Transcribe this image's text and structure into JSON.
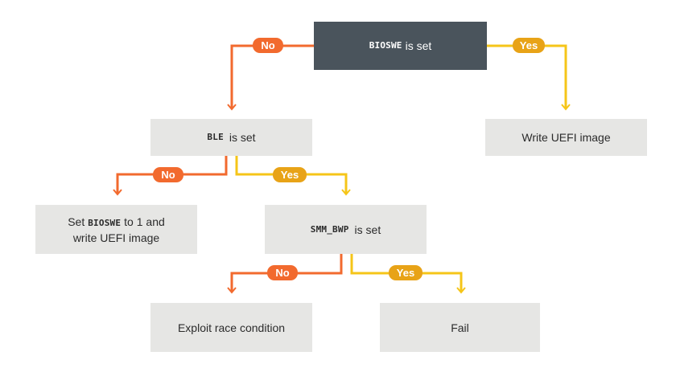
{
  "colors": {
    "no_branch": "#f26a2e",
    "yes_branch": "#f5c518",
    "yes_badge": "#e8a317",
    "root_node": "#4a545c",
    "node": "#e6e6e4"
  },
  "nodes": {
    "bioswe": {
      "code": "BIOSWE",
      "text": "is set"
    },
    "ble": {
      "code": "BLE",
      "text": "is set"
    },
    "write_uefi": {
      "text": "Write UEFI image"
    },
    "set_bioswe": {
      "line1_pre": "Set",
      "code": "BIOSWE",
      "line1_post": "to 1 and",
      "line2": "write UEFI image"
    },
    "smm_bwp": {
      "code": "SMM_BWP",
      "text": "is set"
    },
    "exploit": {
      "text": "Exploit race condition"
    },
    "fail": {
      "text": "Fail"
    }
  },
  "labels": {
    "no": "No",
    "yes": "Yes"
  }
}
